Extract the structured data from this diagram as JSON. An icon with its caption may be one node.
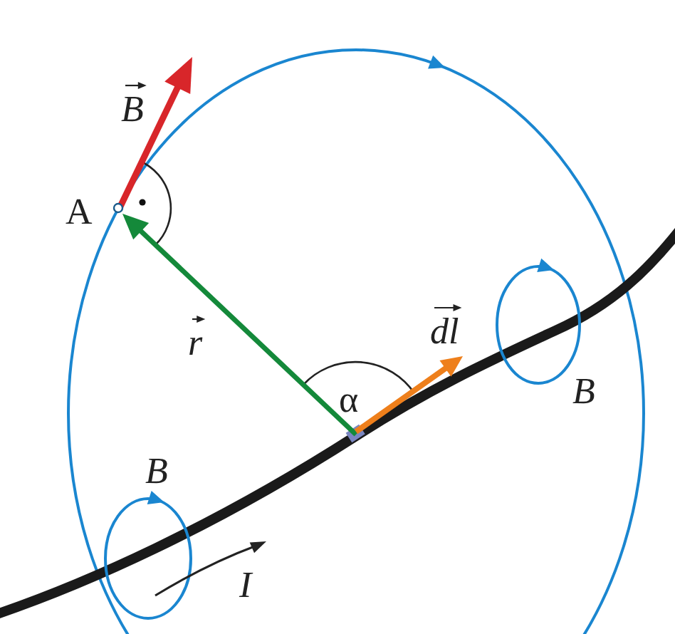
{
  "diagram": {
    "labels": [
      "B",
      "A",
      "r",
      "α",
      "dl",
      "B",
      "B",
      "I"
    ]
  }
}
